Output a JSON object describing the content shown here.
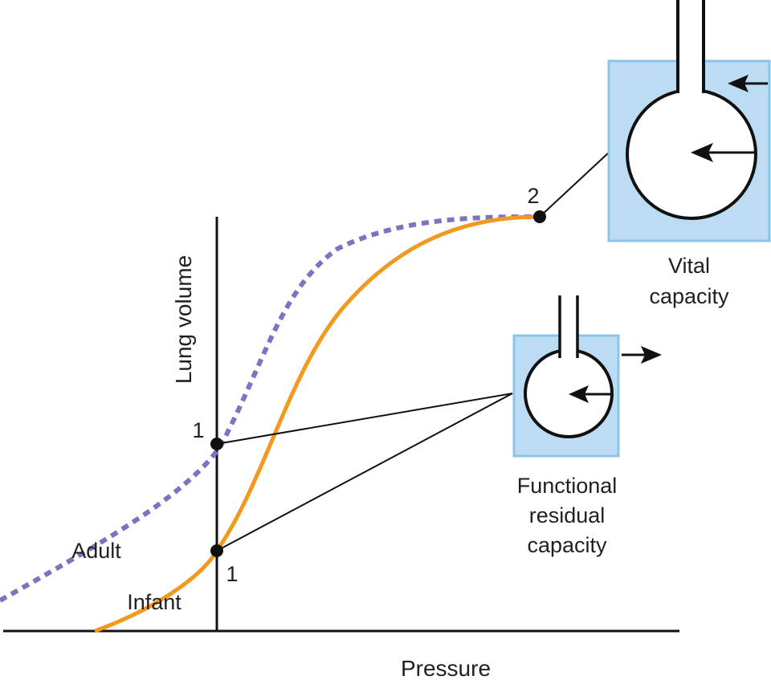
{
  "labels": {
    "y_axis": "Lung volume",
    "x_axis": "Pressure",
    "adult": "Adult",
    "infant": "Infant",
    "point_adult_frc": "1",
    "point_infant_frc": "1",
    "point_vc": "2",
    "vc_line1": "Vital",
    "vc_line2": "capacity",
    "frc_line1": "Functional",
    "frc_line2": "residual",
    "frc_line3": "capacity"
  },
  "icons": {
    "vital_capacity": "lung-balloon-in-chamber-icon",
    "functional_residual_capacity": "lung-balloon-in-chamber-icon"
  },
  "colors": {
    "adult_curve": "#7b74c0",
    "infant_curve": "#f19a1f",
    "chamber_fill": "#bcdcf3",
    "chamber_border": "#8cc3e8",
    "ink": "#111111"
  }
}
